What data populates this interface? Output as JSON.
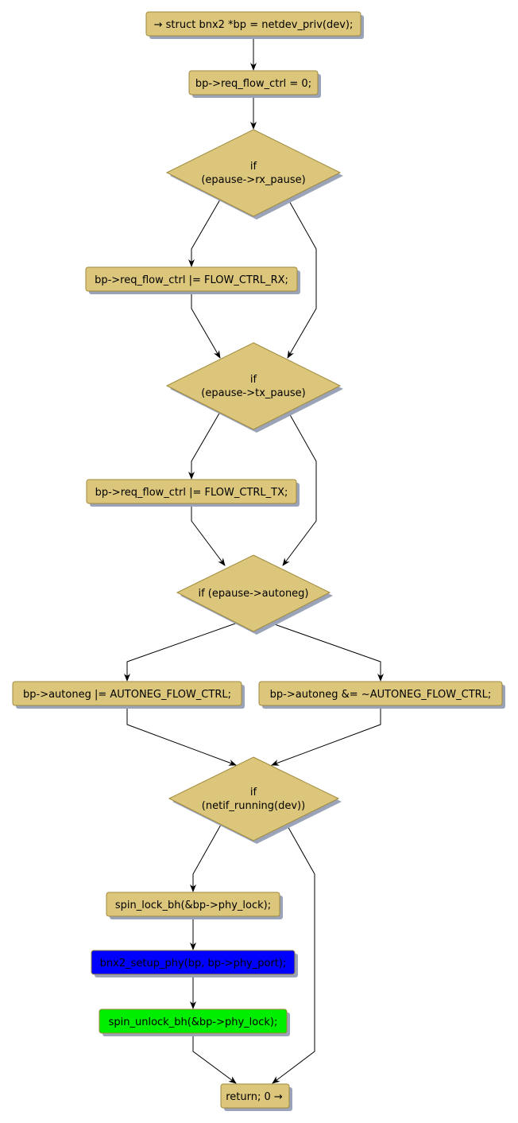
{
  "colors": {
    "node_fill": "#dcc67c",
    "node_stroke": "#a08a3c",
    "shadow": "#9aa3b8",
    "highlight_blue": "#0000ff",
    "highlight_green": "#00ee00",
    "edge": "#000000"
  },
  "nodes": {
    "start": "→ struct bnx2 *bp = netdev_priv(dev);",
    "init_flow": "bp->req_flow_ctrl = 0;",
    "if_rx_line1": "if",
    "if_rx_line2": "(epause->rx_pause)",
    "flow_rx": "bp->req_flow_ctrl |= FLOW_CTRL_RX;",
    "if_tx_line1": "if",
    "if_tx_line2": "(epause->tx_pause)",
    "flow_tx": "bp->req_flow_ctrl |= FLOW_CTRL_TX;",
    "if_autoneg": "if (epause->autoneg)",
    "autoneg_set": "bp->autoneg |= AUTONEG_FLOW_CTRL;",
    "autoneg_clear": "bp->autoneg &= ~AUTONEG_FLOW_CTRL;",
    "if_running_line1": "if",
    "if_running_line2": "(netif_running(dev))",
    "spin_lock": "spin_lock_bh(&bp->phy_lock);",
    "setup_phy": "bnx2_setup_phy(bp, bp->phy_port);",
    "spin_unlock": "spin_unlock_bh(&bp->phy_lock);",
    "return": "return; 0 →"
  }
}
